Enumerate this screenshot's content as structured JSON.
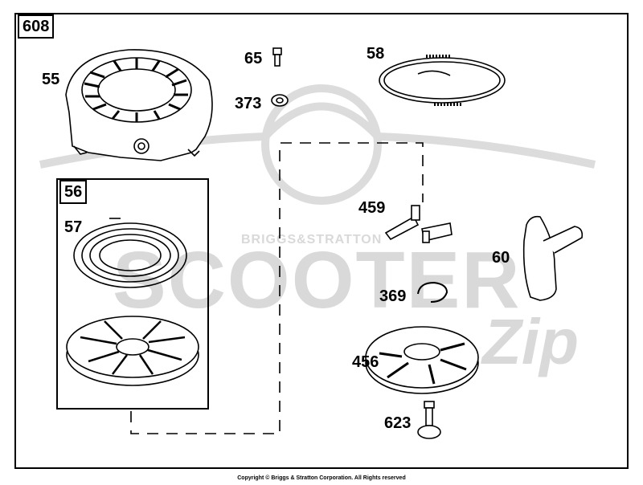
{
  "diagram": {
    "assembly_number": "608",
    "sub_assembly_number": "56",
    "parts": [
      {
        "number": "55"
      },
      {
        "number": "65"
      },
      {
        "number": "373"
      },
      {
        "number": "58"
      },
      {
        "number": "57"
      },
      {
        "number": "459"
      },
      {
        "number": "60"
      },
      {
        "number": "369"
      },
      {
        "number": "456"
      },
      {
        "number": "623"
      }
    ],
    "copyright": "Copyright © Briggs & Stratton Corporation. All Rights reserved"
  },
  "watermark": {
    "brand_plate": "BRIGGS&STRATTON",
    "main_text": "SCOOTER",
    "script_text": "Zip"
  },
  "colors": {
    "line": "#000000",
    "watermark": "#d9d9d9"
  }
}
